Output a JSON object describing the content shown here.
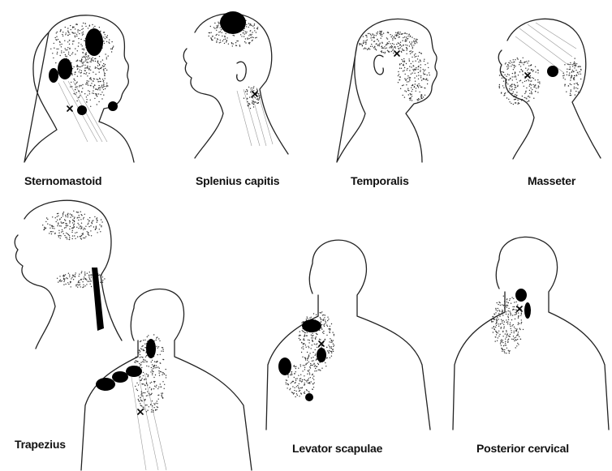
{
  "labels": {
    "sternomastoid": "Sternomastoid",
    "splenius_capitis": "Splenius capitis",
    "temporalis": "Temporalis",
    "masseter": "Masseter",
    "trapezius": "Trapezius",
    "levator_scapulae": "Levator scapulae",
    "posterior_cervical": "Posterior cervical"
  },
  "colors": {
    "outline": "#222222",
    "referral_spot": "#000000",
    "muscle_fibers": "#9a9a9a"
  }
}
